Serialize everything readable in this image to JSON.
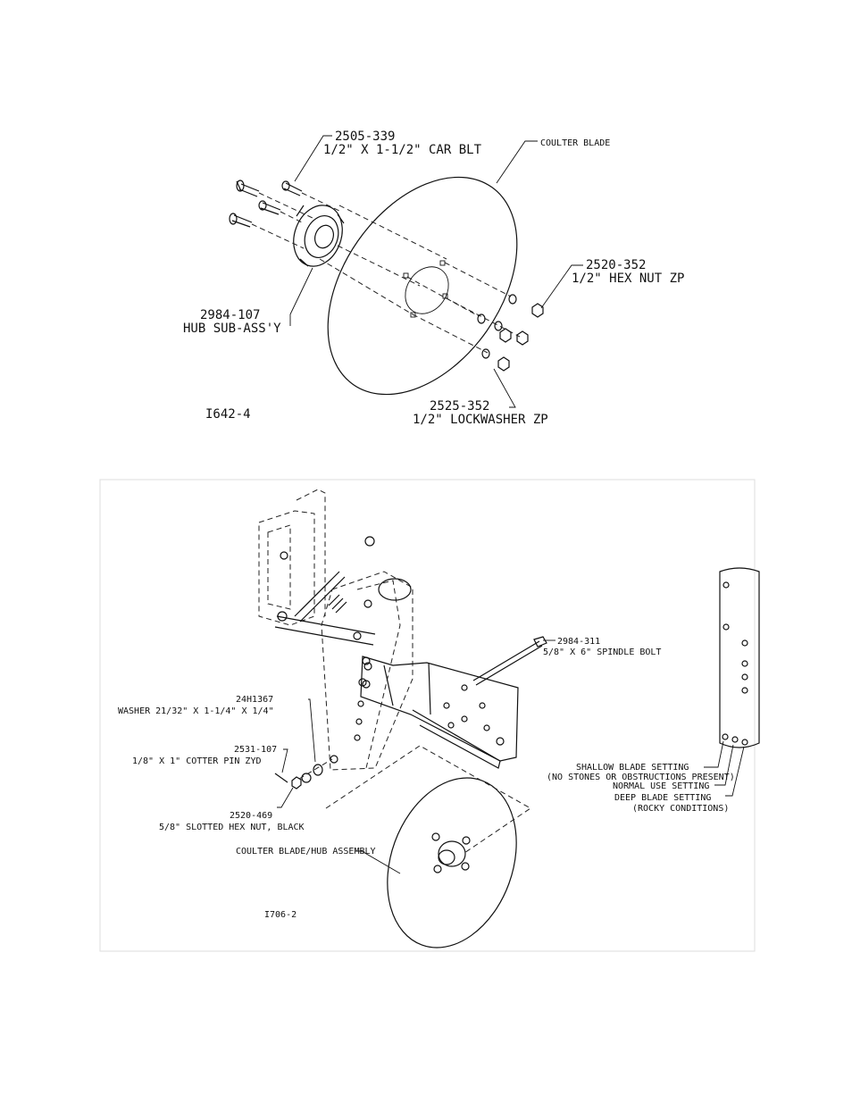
{
  "figure_top": {
    "id": "I642-4",
    "callouts": {
      "car_bolt_pn": "2505-339",
      "car_bolt_desc": "1/2\" X 1-1/2\" CAR BLT",
      "coulter_blade": "COULTER BLADE",
      "hex_nut_pn": "2520-352",
      "hex_nut_desc": "1/2\" HEX NUT ZP",
      "hub_pn": "2984-107",
      "hub_desc": "HUB SUB-ASS'Y",
      "lockwasher_pn": "2525-352",
      "lockwasher_desc": "1/2\" LOCKWASHER ZP"
    }
  },
  "figure_bottom": {
    "id": "I706-2",
    "callouts": {
      "spindle_pn": "2984-311",
      "spindle_desc": "5/8\" X 6\" SPINDLE BOLT",
      "washer_pn": "24H1367",
      "washer_desc": "WASHER 21/32\" X 1-1/4\" X 1/4\"",
      "cotter_pn": "2531-107",
      "cotter_desc": "1/8\" X 1\" COTTER PIN ZYD",
      "slotted_nut_pn": "2520-469",
      "slotted_nut_desc": "5/8\" SLOTTED HEX NUT, BLACK",
      "blade_hub_assembly": "COULTER BLADE/HUB ASSEMBLY",
      "shallow_setting": "SHALLOW BLADE SETTING",
      "shallow_note": "(NO STONES OR OBSTRUCTIONS PRESENT)",
      "normal_setting": "NORMAL USE SETTING",
      "deep_setting": "DEEP BLADE SETTING",
      "deep_note": "(ROCKY CONDITIONS)"
    }
  }
}
